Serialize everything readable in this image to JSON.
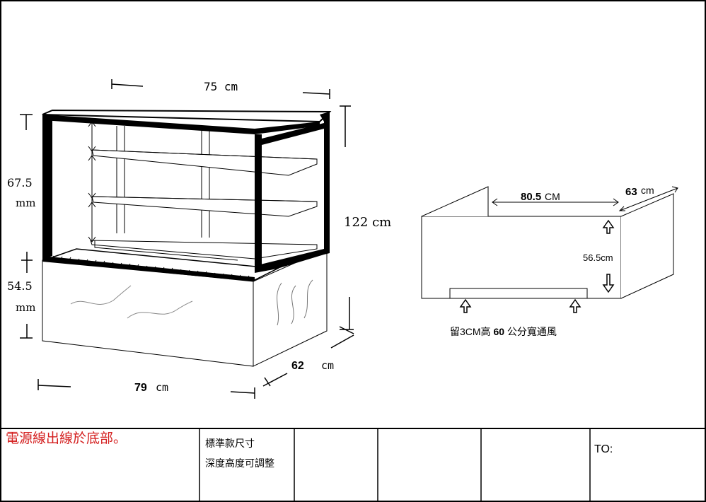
{
  "cabinet": {
    "top_width": "75 cm",
    "upper_height_value": "67.5",
    "upper_height_unit": "mm",
    "lower_height_value": "54.5",
    "lower_height_unit": "mm",
    "total_height": "122 cm",
    "base_depth_value": "62",
    "base_depth_unit": "cm",
    "base_width_value": "79",
    "base_width_unit": "cm"
  },
  "vent": {
    "width_value": "80.5",
    "width_unit": "CM",
    "depth_value": "63",
    "depth_unit": "cm",
    "height_label": "56.5cm",
    "note_prefix": "留3CM高 ",
    "note_value": "60",
    "note_suffix": " 公分寬通風"
  },
  "title_block": {
    "power_note": "電源線出線於底部。",
    "std_title": "標準款尺寸",
    "std_note": "深度高度可調整",
    "to_label": "TO:"
  }
}
